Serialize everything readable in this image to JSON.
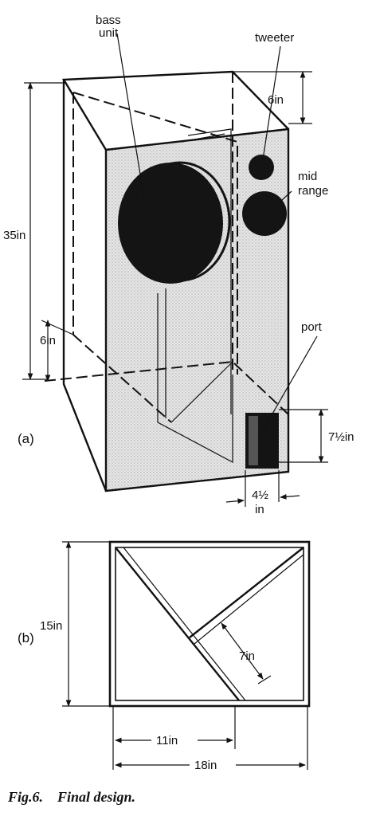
{
  "figure_a": {
    "label": "(a)",
    "bass_unit_line1": "bass",
    "bass_unit_line2": "unit",
    "tweeter": "tweeter",
    "mid_range_line1": "mid",
    "mid_range_line2": "range",
    "port": "port",
    "dim_height": "35in",
    "dim_top": "6in",
    "dim_bottom": "6in",
    "dim_port_height": "7½in",
    "dim_port_width_line1": "4½",
    "dim_port_width_line2": "in"
  },
  "figure_b": {
    "label": "(b)",
    "dim_depth": "15in",
    "dim_panel": "7in",
    "dim_partial_width": "11in",
    "dim_width": "18in"
  },
  "caption": {
    "number": "Fig.6.",
    "text": "Final design."
  }
}
